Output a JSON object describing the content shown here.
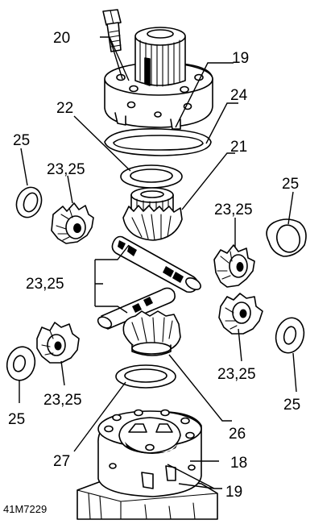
{
  "diagram": {
    "reference": "41M7229",
    "callouts": {
      "c20": "20",
      "c19_top": "19",
      "c24": "24",
      "c22": "22",
      "c21": "21",
      "c25_left_top": "25",
      "c2325_left_top": "23,25",
      "c25_right_top": "25",
      "c2325_right_top": "23,25",
      "c2325_mid": "23,25",
      "c2325_right_bottom": "23,25",
      "c2325_left_bottom": "23,25",
      "c25_right_bottom": "25",
      "c25_left_bottom": "25",
      "c26": "26",
      "c27": "27",
      "c18": "18",
      "c19_bottom": "19"
    }
  }
}
